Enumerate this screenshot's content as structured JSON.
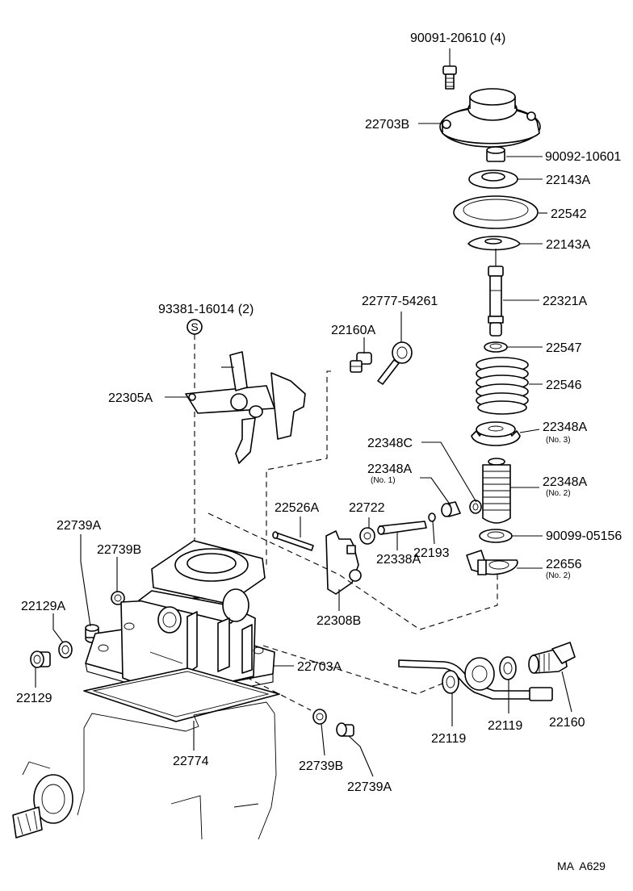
{
  "parts": [
    {
      "id": "p1",
      "number": "90091-20610 (4)"
    },
    {
      "id": "p2",
      "number": "22703B"
    },
    {
      "id": "p3",
      "number": "90092-10601"
    },
    {
      "id": "p4",
      "number": "22143A"
    },
    {
      "id": "p5",
      "number": "22542"
    },
    {
      "id": "p6",
      "number": "22143A"
    },
    {
      "id": "p7",
      "number": "22321A"
    },
    {
      "id": "p8",
      "number": "22547"
    },
    {
      "id": "p9",
      "number": "22546"
    },
    {
      "id": "p10",
      "number": "22348A",
      "note": "(No. 3)"
    },
    {
      "id": "p11",
      "number": "22348C"
    },
    {
      "id": "p12",
      "number": "22348A",
      "note": "(No. 1)"
    },
    {
      "id": "p13",
      "number": "22348A",
      "note": "(No. 2)"
    },
    {
      "id": "p14",
      "number": "90099-05156"
    },
    {
      "id": "p15",
      "number": "22656",
      "note": "(No. 2)"
    },
    {
      "id": "p16",
      "number": "93381-16014 (2)"
    },
    {
      "id": "p17",
      "number": "22777-54261"
    },
    {
      "id": "p18",
      "number": "22160A"
    },
    {
      "id": "p19",
      "number": "22305A"
    },
    {
      "id": "p20",
      "number": "22526A"
    },
    {
      "id": "p21",
      "number": "22722"
    },
    {
      "id": "p22",
      "number": "22193"
    },
    {
      "id": "p23",
      "number": "22338A"
    },
    {
      "id": "p24",
      "number": "22308B"
    },
    {
      "id": "p25",
      "number": "22739A"
    },
    {
      "id": "p26",
      "number": "22739B"
    },
    {
      "id": "p27",
      "number": "22129A"
    },
    {
      "id": "p28",
      "number": "22129"
    },
    {
      "id": "p29",
      "number": "22703A"
    },
    {
      "id": "p30",
      "number": "22774"
    },
    {
      "id": "p31",
      "number": "22739B"
    },
    {
      "id": "p32",
      "number": "22739A"
    },
    {
      "id": "p33",
      "number": "22119"
    },
    {
      "id": "p34",
      "number": "22119"
    },
    {
      "id": "p35",
      "number": "22160"
    }
  ],
  "screw_symbol": "S",
  "reference": "MA  A629"
}
